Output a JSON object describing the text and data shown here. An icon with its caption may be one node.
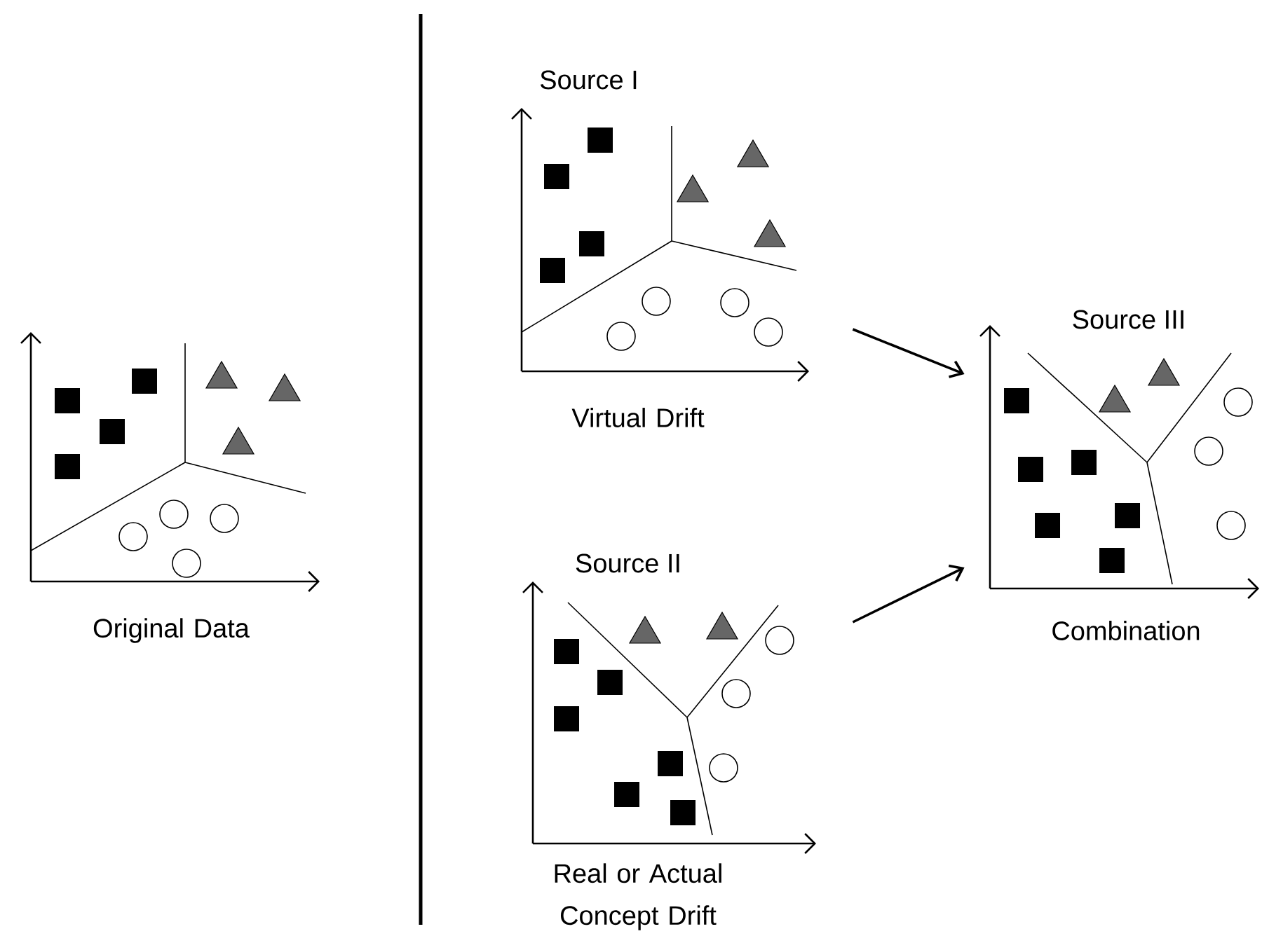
{
  "diagram": {
    "nodes": [
      {
        "text": [
          "Original Data"
        ]
      },
      {
        "text": [
          "Source I",
          "Virtual Drift"
        ]
      },
      {
        "text": [
          "Source II",
          "Real or Actual Concept Drift"
        ]
      },
      {
        "text": [
          "Source III",
          "Combination"
        ]
      }
    ],
    "edges": [
      {
        "from": 1,
        "to": 3,
        "arrow": "to"
      },
      {
        "from": 2,
        "to": 3,
        "arrow": "to"
      }
    ]
  }
}
